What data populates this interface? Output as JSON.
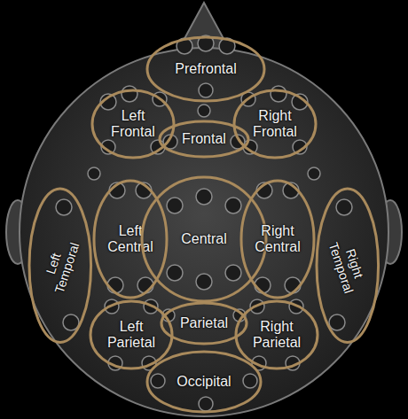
{
  "diagram": {
    "nodes": [
      {
        "text": [
          "Prefrontal"
        ]
      },
      {
        "text": [
          "Left Frontal"
        ]
      },
      {
        "text": [
          "Right Frontal"
        ]
      },
      {
        "text": [
          "Frontal"
        ]
      },
      {
        "text": [
          "Left Temporal"
        ]
      },
      {
        "text": [
          "Left Central"
        ]
      },
      {
        "text": [
          "Central"
        ]
      },
      {
        "text": [
          "Right Central"
        ]
      },
      {
        "text": [
          "Right Temporal"
        ]
      },
      {
        "text": [
          "Left Parietal"
        ]
      },
      {
        "text": [
          "Parietal"
        ]
      },
      {
        "text": [
          "Right Parietal"
        ]
      },
      {
        "text": [
          "Occipital"
        ]
      }
    ]
  }
}
